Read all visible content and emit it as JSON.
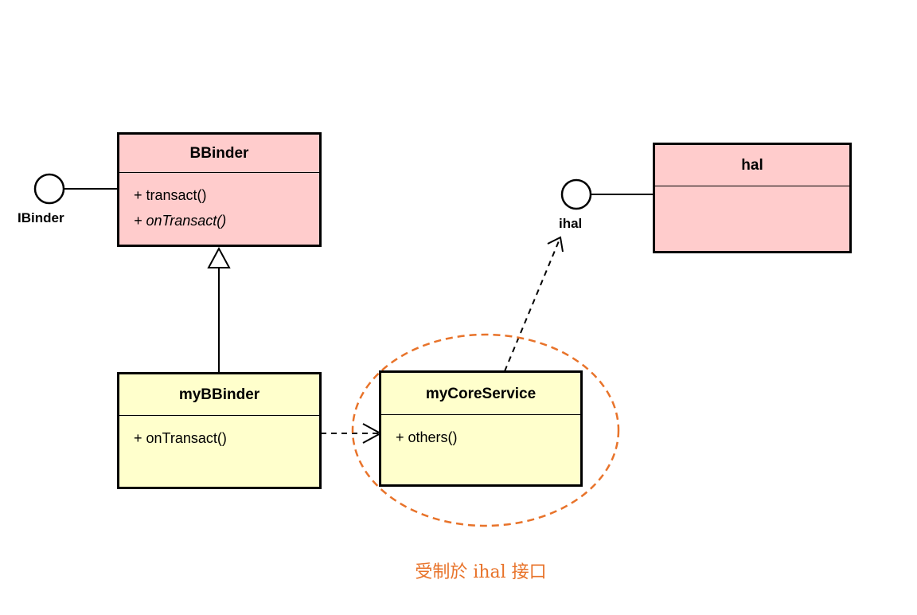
{
  "diagram": {
    "classes": {
      "bbinder": {
        "name": "BBinder",
        "members": [
          "+ transact()",
          "+ onTransact()"
        ]
      },
      "mybbinder": {
        "name": "myBBinder",
        "members": [
          "+ onTransact()"
        ]
      },
      "mycoreservice": {
        "name": "myCoreService",
        "members": [
          "+ others()"
        ]
      },
      "hal": {
        "name": "hal",
        "members": []
      }
    },
    "interfaces": {
      "ibinder": "IBinder",
      "ihal": "ihal"
    },
    "caption": "受制於 ihal 接口",
    "colors": {
      "abstract_class_fill": "#ffcccc",
      "concrete_class_fill": "#ffffcc",
      "highlight": "#e8732a",
      "line": "#000000"
    }
  }
}
